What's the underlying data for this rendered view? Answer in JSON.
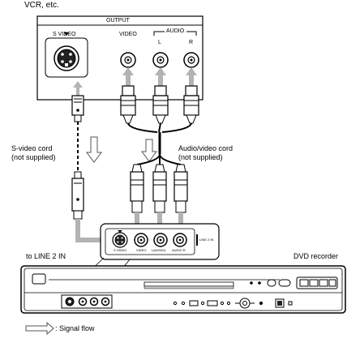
{
  "source_device": {
    "name": "VCR, etc.",
    "panel_title": "OUTPUT",
    "jacks": [
      "S VIDEO",
      "VIDEO",
      "AUDIO",
      "L",
      "R"
    ]
  },
  "cables": {
    "svideo_label_line1": "S-video cord",
    "svideo_label_line2": "(not supplied)",
    "av_label_line1": "Audio/video cord",
    "av_label_line2": "(not supplied)"
  },
  "recorder": {
    "input_caption": "to LINE 2 IN",
    "name": "DVD recorder",
    "panel_jacks": [
      "S VIDEO",
      "VIDEO",
      "L(MONO)",
      "AUDIO R"
    ],
    "panel_title": "LINE 2 IN"
  },
  "legend": {
    "signal_flow": ": Signal flow"
  },
  "colors": {
    "arrow_fill": "#b3b3b3",
    "line": "#000000",
    "panel_fill": "#ffffff",
    "dark": "#1a1a1a"
  }
}
